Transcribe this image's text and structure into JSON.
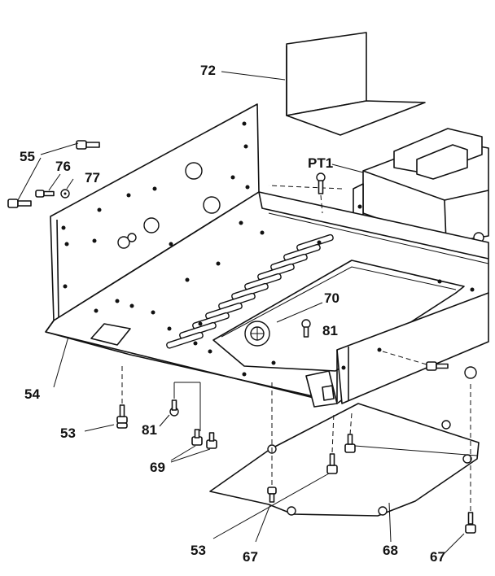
{
  "diagram": {
    "labels": {
      "l72": "72",
      "l55": "55",
      "l76": "76",
      "l77": "77",
      "lPT1": "PT1",
      "l70": "70",
      "l81a": "81",
      "l54": "54",
      "l53a": "53",
      "l81b": "81",
      "l69": "69",
      "l53b": "53",
      "l67a": "67",
      "l68": "68",
      "l67b": "67"
    }
  }
}
